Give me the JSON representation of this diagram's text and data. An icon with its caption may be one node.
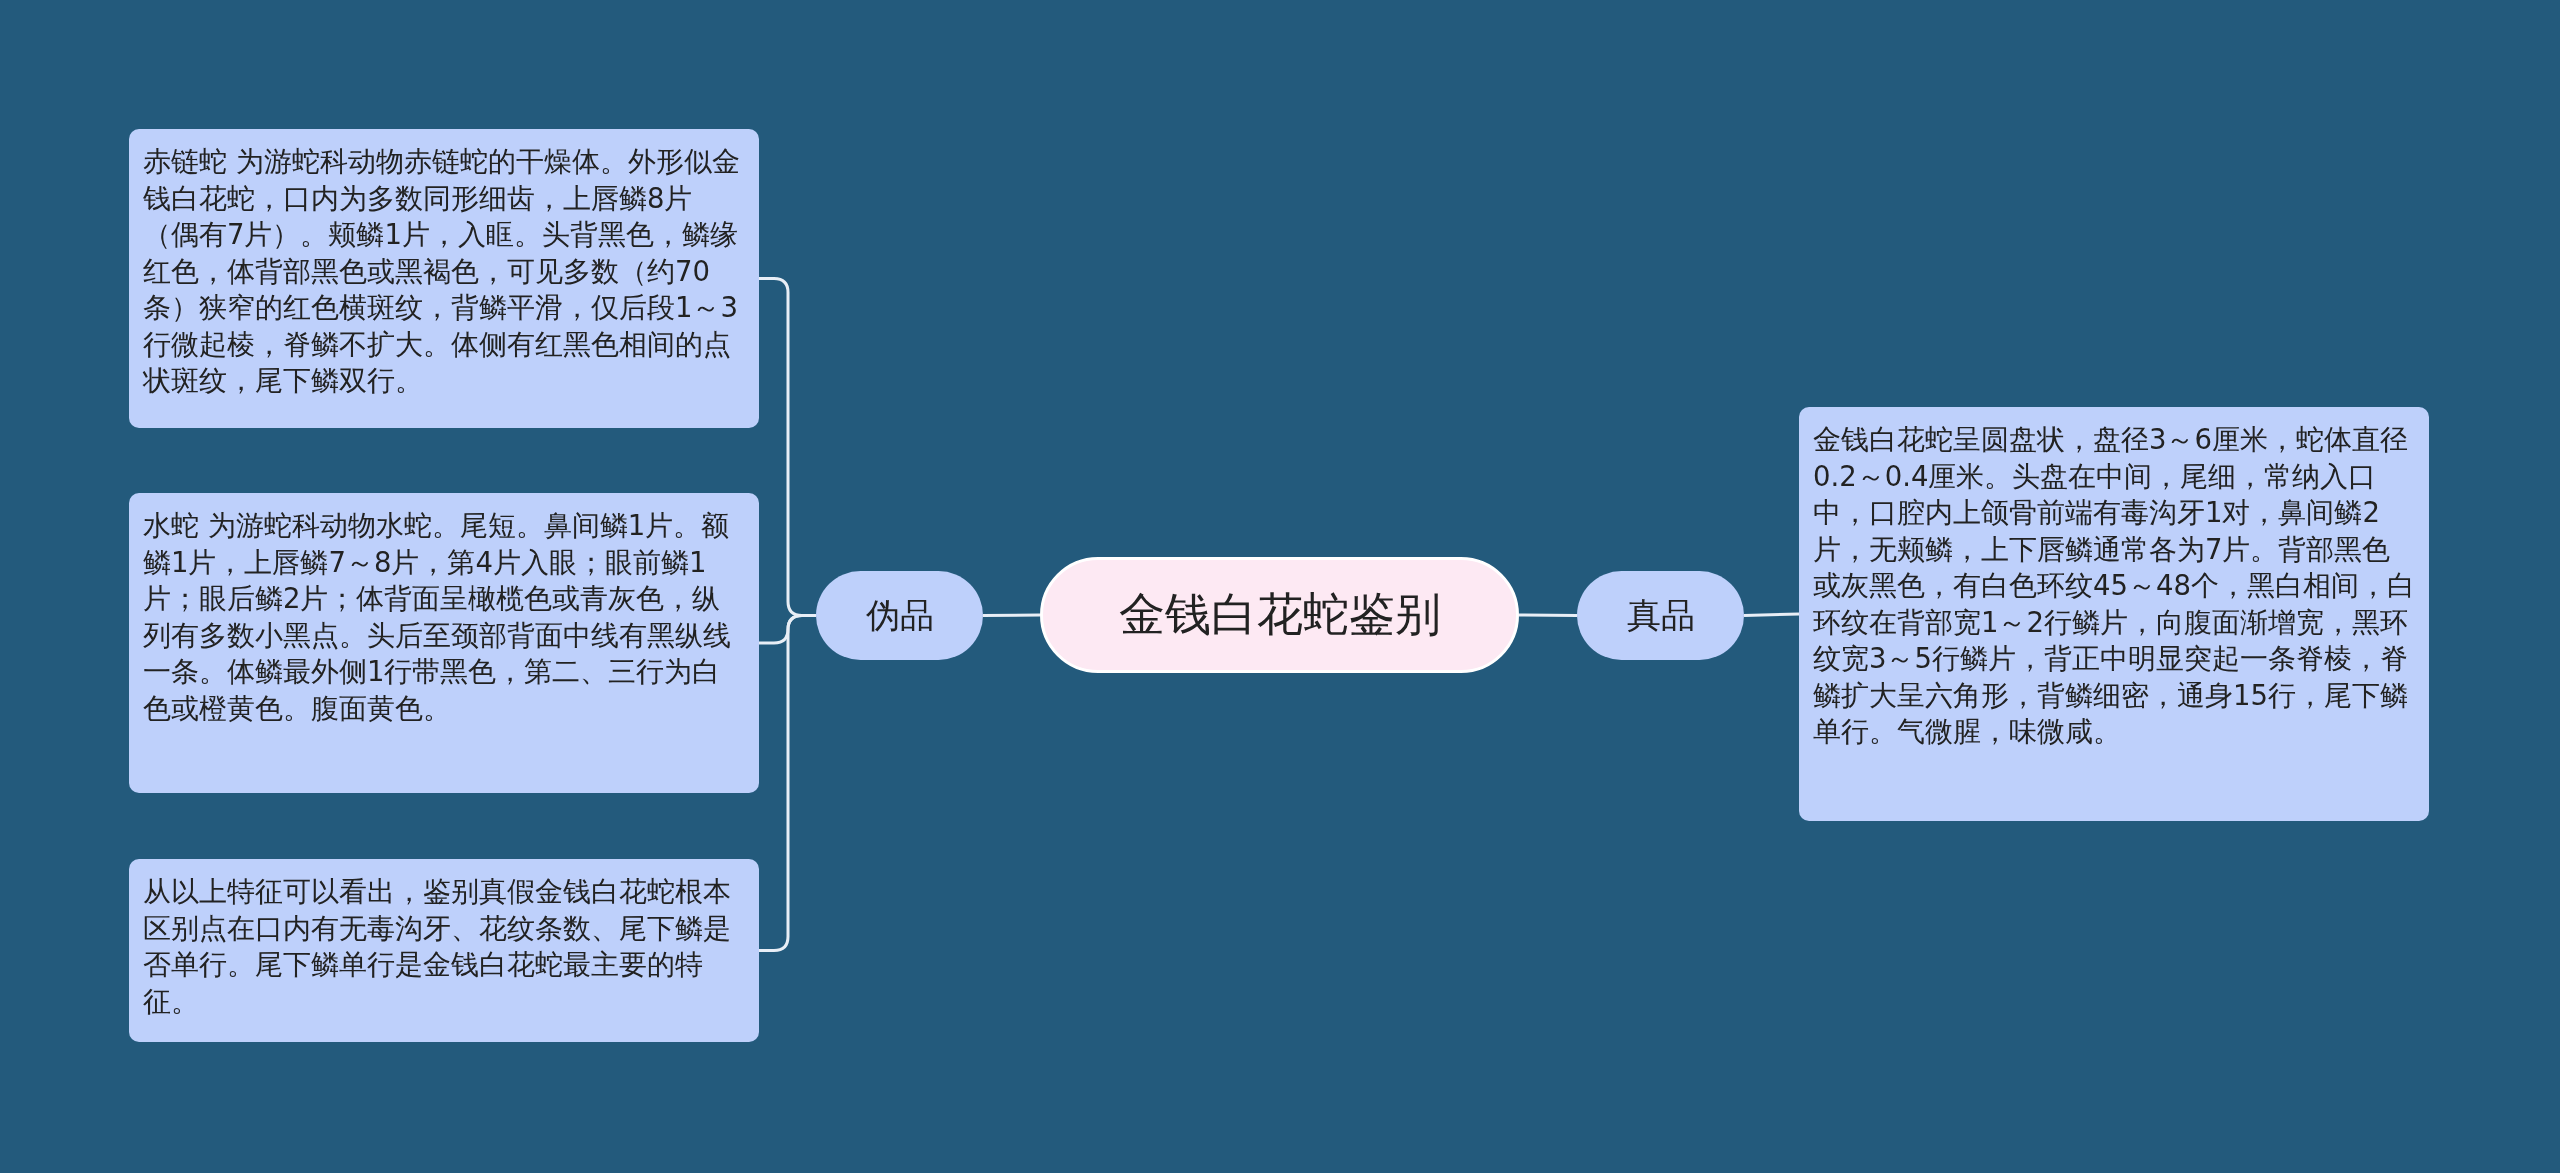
{
  "diagram": {
    "nodes": [
      {
        "text": [
          "金钱白花蛇鉴别"
        ]
      },
      {
        "text": [
          "伪品"
        ]
      },
      {
        "text": [
          "真品"
        ]
      },
      {
        "text": [
          "赤链蛇 为游蛇科动物赤链蛇的干燥体。外形似金钱白花蛇，口内为多数同形细齿，上唇鳞8片（偶有7片）。颊鳞1片，入眶。头背黑色，鳞缘红色，体背部黑色或黑褐色，可见多数（约70条）狭窄的红色横斑纹，背鳞平滑，仅后段1～3行微起棱，脊鳞不扩大。体侧有红黑色相间的点状斑纹，尾下鳞双行。"
        ]
      },
      {
        "text": [
          "水蛇 为游蛇科动物水蛇。尾短。鼻间鳞1片。额鳞1片，上唇鳞7～8片，第4片入眼；眼前鳞1片；眼后鳞2片；体背面呈橄榄色或青灰色，纵列有多数小黑点。头后至颈部背面中线有黑纵线一条。体鳞最外侧1行带黑色，第二、三行为白色或橙黄色。腹面黄色。"
        ]
      },
      {
        "text": [
          "从以上特征可以看出，鉴别真假金钱白花蛇根本区别点在口内有无毒沟牙、花纹条数、尾下鳞是否单行。尾下鳞单行是金钱白花蛇最主要的特征。"
        ]
      },
      {
        "text": [
          "金钱白花蛇呈圆盘状，盘径3～6厘米，蛇体直径0.2～0.4厘米。头盘在中间，尾细，常纳入口中，口腔内上颌骨前端有毒沟牙1对，鼻间鳞2片，无颊鳞，上下唇鳞通常各为7片。背部黑色或灰黑色，有白色环纹45～48个，黑白相间，白环纹在背部宽1～2行鳞片，向腹面渐增宽，黑环纹宽3～5行鳞片，背正中明显突起一条脊棱，脊鳞扩大呈六角形，背鳞细密，通身15行，尾下鳞单行。气微腥，味微咸。"
        ]
      }
    ],
    "edges": [
      {
        "from": 0,
        "to": 1,
        "arrow": "none"
      },
      {
        "from": 0,
        "to": 2,
        "arrow": "none"
      },
      {
        "from": 1,
        "to": 3,
        "arrow": "none"
      },
      {
        "from": 1,
        "to": 4,
        "arrow": "none"
      },
      {
        "from": 1,
        "to": 5,
        "arrow": "none"
      },
      {
        "from": 2,
        "to": 6,
        "arrow": "none"
      }
    ]
  }
}
